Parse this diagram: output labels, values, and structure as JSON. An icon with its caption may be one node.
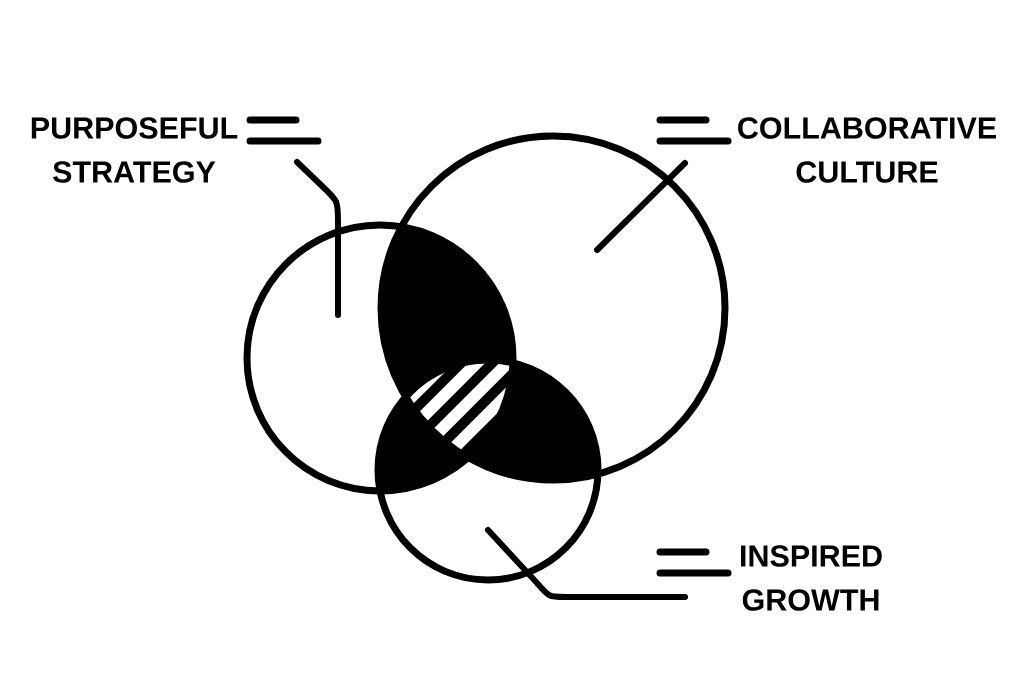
{
  "diagram": {
    "nodes": [
      {
        "text": [
          "PURPOSEFUL STRATEGY"
        ]
      },
      {
        "text": [
          "COLLABORATIVE CULTURE"
        ]
      },
      {
        "text": [
          "INSPIRED GROWTH"
        ]
      },
      {
        "text": [],
        "shape": "circle"
      },
      {
        "text": [],
        "shape": "circle"
      },
      {
        "text": [],
        "shape": "circle"
      }
    ],
    "edges": [
      {
        "from": 0,
        "to": 3,
        "arrow": "none"
      },
      {
        "from": 1,
        "to": 4,
        "arrow": "none"
      },
      {
        "from": 2,
        "to": 5,
        "arrow": "none"
      }
    ]
  }
}
